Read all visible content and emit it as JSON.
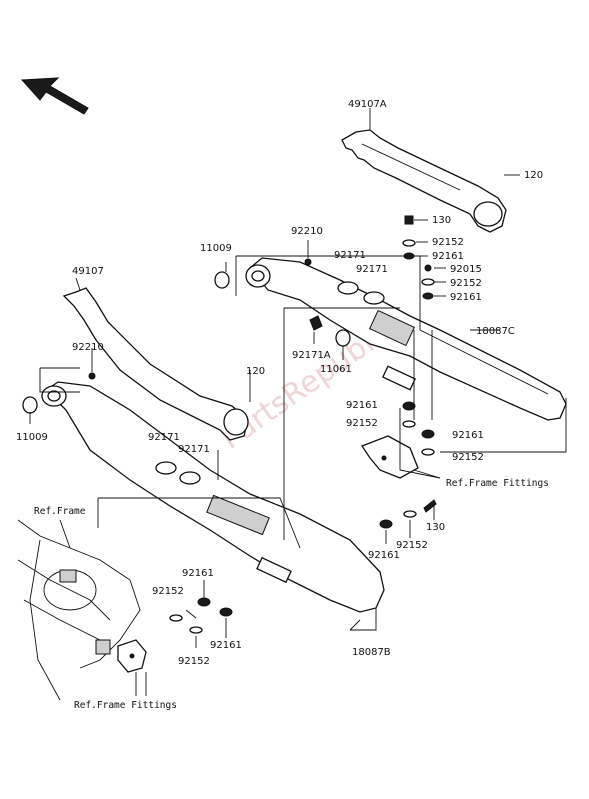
{
  "part_labels": {
    "p49107A": "49107A",
    "p120_top": "120",
    "p130_top": "130",
    "p92152_a": "92152",
    "p92161_a": "92161",
    "p92015": "92015",
    "p92152_b": "92152",
    "p92161_b": "92161",
    "p11009_top": "11009",
    "p92210_top": "92210",
    "p92171_a": "92171",
    "p92171_b": "92171",
    "p18087C": "18087C",
    "p49107": "49107",
    "p92171A": "92171A",
    "p11061": "11061",
    "p120_mid": "120",
    "p92210_left": "92210",
    "p11009_left": "11009",
    "p92161_c": "92161",
    "p92152_c": "92152",
    "p92161_d": "92161",
    "p92152_d": "92152",
    "p92171_c": "92171",
    "p92171_d": "92171",
    "p130_low": "130",
    "p92161_e": "92161",
    "p92152_e": "92152",
    "p92161_f": "92161",
    "p92152_f": "92152",
    "p92161_g": "92161",
    "p92152_g": "92152",
    "p18087B": "18087B"
  },
  "ref_labels": {
    "frame_fittings_right": "Ref.Frame Fittings",
    "ref_frame": "Ref.Frame",
    "frame_fittings_bottom": "Ref.Frame Fittings"
  },
  "watermark": "PartsRepublik",
  "icons": {
    "direction": "front-arrow-icon"
  },
  "colors": {
    "line": "#111111",
    "watermark": "#e3b3b3"
  }
}
